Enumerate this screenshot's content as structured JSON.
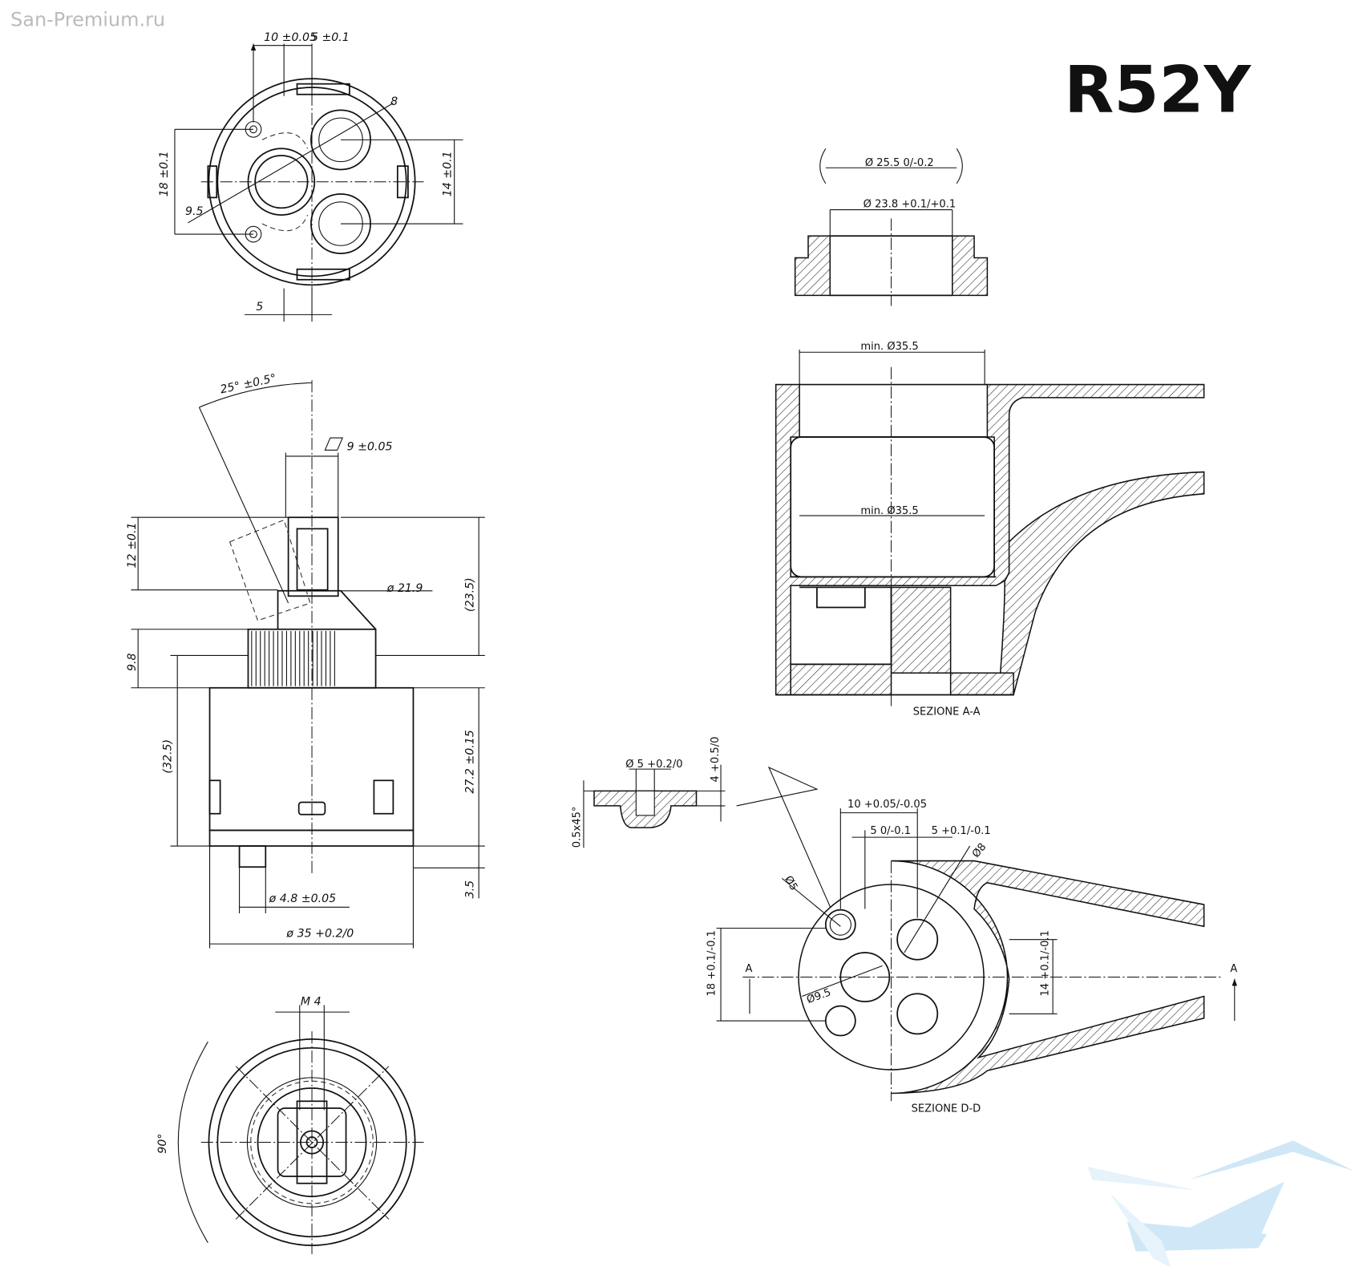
{
  "watermark": "San-Premium.ru",
  "title": "R52Y",
  "top_view": {
    "dims": [
      "10 ±0.05",
      "5 ±0.1",
      "8",
      "18 ±0.1",
      "14 ±0.1",
      "9.5",
      "5"
    ]
  },
  "side_view": {
    "dims": [
      "25° ±0.5°",
      "9 ±0.05",
      "12 ±0.1",
      "(23.5)",
      "ø 21.9",
      "9.8",
      "(32.5)",
      "27.2 ±0.15",
      "3.5",
      "ø 4.8 ±0.05",
      "ø 35 +0.2/0"
    ]
  },
  "bottom_view": {
    "dims": [
      "M 4",
      "90°"
    ]
  },
  "ring": {
    "dims": [
      "Ø 25.5 0/-0.2",
      "Ø 23.8 +0.1/+0.1"
    ]
  },
  "section_aa": {
    "label": "SEZIONE A-A",
    "dims": [
      "min. Ø35.5",
      "min. Ø35.5"
    ]
  },
  "detail": {
    "dims": [
      "Ø 5 +0.2/0",
      "4 +0.5/0",
      "0.5x45°"
    ]
  },
  "section_dd": {
    "label": "SEZIONE D-D",
    "dims": [
      "10 +0.05/-0.05",
      "5 0/-0.1",
      "5 +0.1/-0.1",
      "Ø8",
      "Ø5",
      "Ø9.5",
      "18 +0.1/-0.1",
      "14 +0.1/-0.1"
    ],
    "markers": [
      "A",
      "A"
    ]
  }
}
